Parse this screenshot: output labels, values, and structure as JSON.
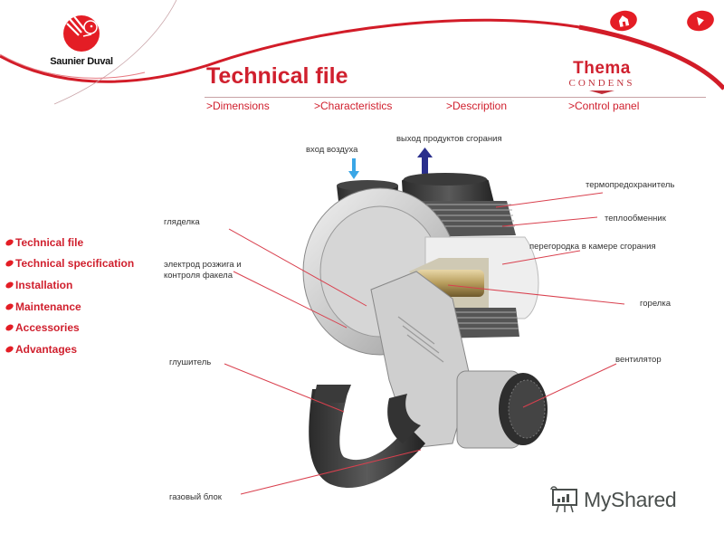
{
  "brand": {
    "company": "Saunier Duval",
    "product_main": "Thema",
    "product_sub": "CONDENS",
    "accent_color": "#d0202e"
  },
  "nav_buttons": [
    {
      "name": "home",
      "icon": "home-icon"
    },
    {
      "name": "next",
      "icon": "play-next-icon"
    }
  ],
  "header": {
    "title": "Technical file",
    "tabs": [
      {
        "label": ">Dimensions"
      },
      {
        "label": ">Characteristics"
      },
      {
        "label": ">Description"
      },
      {
        "label": ">Control panel"
      }
    ]
  },
  "sidebar": {
    "items": [
      {
        "label": "Technical file"
      },
      {
        "label": "Technical specification"
      },
      {
        "label": "Installation"
      },
      {
        "label": "Maintenance"
      },
      {
        "label": "Accessories"
      },
      {
        "label": "Advantages"
      }
    ]
  },
  "diagram": {
    "arrows": [
      {
        "label": "вход воздуха",
        "direction": "down",
        "color": "#3aa6e6"
      },
      {
        "label": "выход продуктов сгорания",
        "direction": "up",
        "color": "#2a2f8c"
      }
    ],
    "callouts": [
      {
        "label": "термопредохранитель"
      },
      {
        "label": "теплообменник"
      },
      {
        "label": "перегородка в камере сгорания"
      },
      {
        "label": "горелка"
      },
      {
        "label": "вентилятор"
      },
      {
        "label": "гляделка"
      },
      {
        "label": "электрод розжига и"
      },
      {
        "label": "контроля факела"
      },
      {
        "label": "глушитель"
      },
      {
        "label": "газовый блок"
      }
    ],
    "leader_color": "#d9404e"
  },
  "watermark": {
    "text": "MyShared"
  }
}
